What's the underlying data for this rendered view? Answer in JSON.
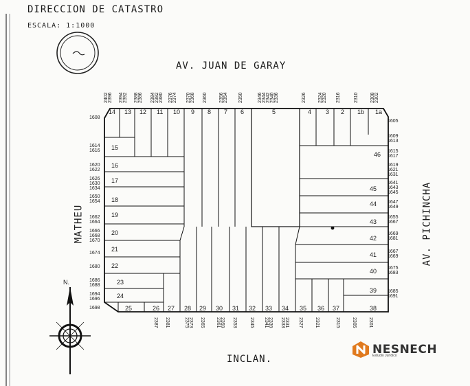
{
  "header": {
    "title": "DIRECCION DE CATASTRO",
    "scale": "ESCALA: 1:1000"
  },
  "streets": {
    "top": "AV. JUAN DE GARAY",
    "bottom": "INCLAN.",
    "left": "MATHEU",
    "right": "AV. PICHINCHA"
  },
  "north_label": "N.",
  "logo": {
    "name": "NESNECH",
    "tagline": "Estudio Jurídico"
  },
  "top_lots": [
    "14",
    "13",
    "12",
    "11",
    "10",
    "9",
    "8",
    "7",
    "6",
    "5",
    "4",
    "3",
    "2",
    "1b",
    "1a"
  ],
  "bottom_lots": [
    "25",
    "26",
    "27",
    "28",
    "29",
    "30",
    "31",
    "32",
    "33",
    "34",
    "35",
    "36",
    "37",
    "38"
  ],
  "left_lots": [
    "15",
    "16",
    "17",
    "18",
    "19",
    "20",
    "21",
    "22",
    "23",
    "24"
  ],
  "right_lots": [
    "46",
    "45",
    "44",
    "43",
    "42",
    "41",
    "40",
    "39"
  ],
  "top_numbers": [
    "2402 2396",
    "2394 2392",
    "2388 2386",
    "2384 2382 2380",
    "2376 2374",
    "2370 2368",
    "2360",
    "2356 2354",
    "2350",
    "2346 2344 2342 2340 2336",
    "2326",
    "2324 2320",
    "2316",
    "2310",
    "2308 2302"
  ],
  "bottom_numbers": [
    "2387",
    "2381",
    "2375 2373",
    "2365",
    "2361 2359",
    "2353",
    "2345",
    "2341 2339",
    "2333 2331",
    "2327",
    "2321",
    "2315",
    "2305",
    "2301"
  ],
  "left_numbers": [
    "1608",
    "1614 1616",
    "1620 1622",
    "1626 1630 1634",
    "1650 1654",
    "1662 1664",
    "1666 1668 1670",
    "1674",
    "1680",
    "1686 1688",
    "1694 1696",
    "1698"
  ],
  "right_numbers": [
    "1605",
    "1609 1613",
    "1615 1617",
    "1619 1621 1631",
    "1641 1643 1645",
    "1647 1649",
    "1655 1667",
    "1669 1681",
    "1667 1669",
    "1675 1683",
    "1685 1691"
  ]
}
